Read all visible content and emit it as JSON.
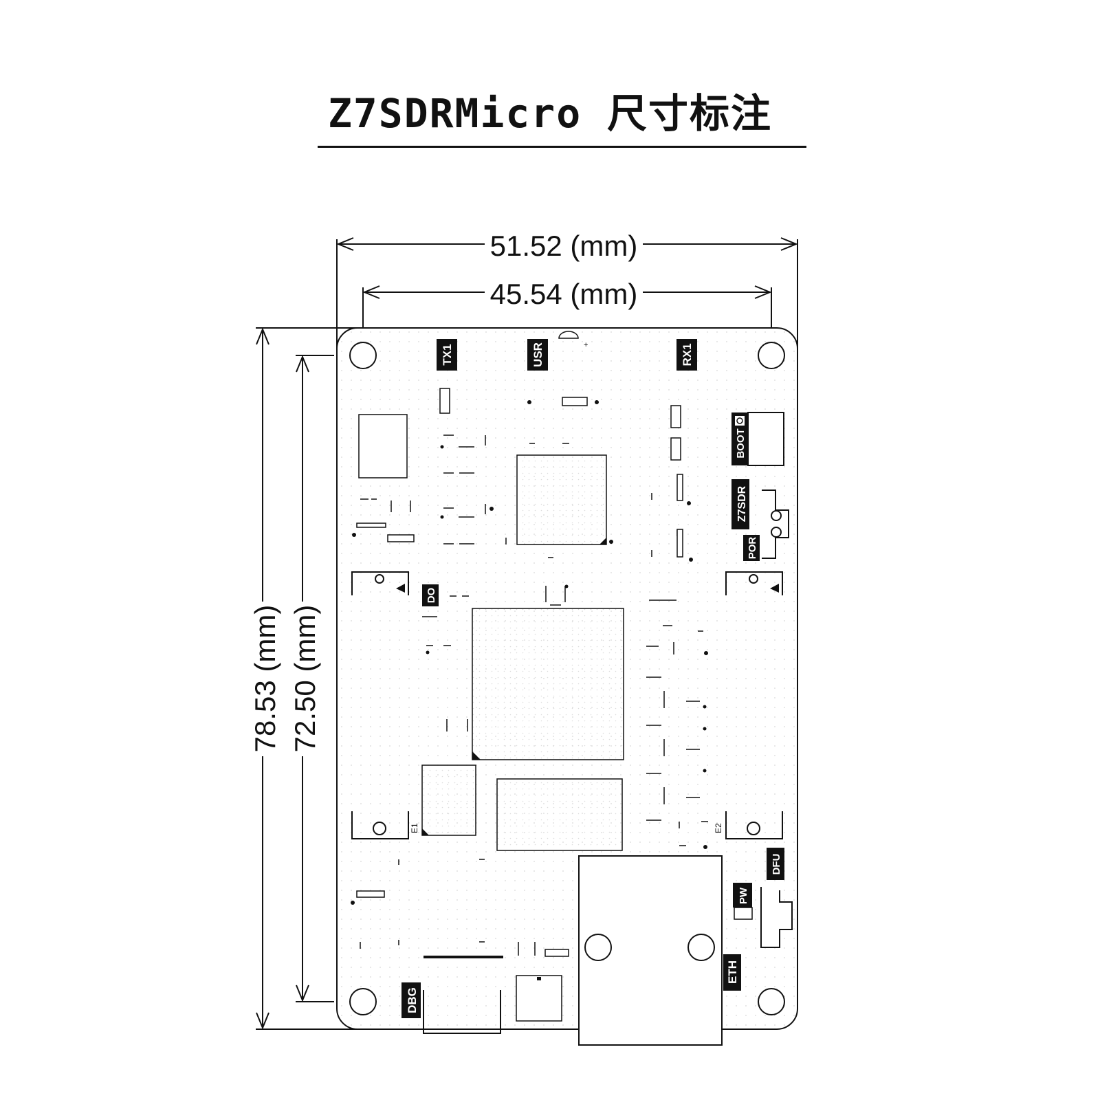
{
  "title": "Z7SDRMicro 尺寸标注",
  "dimensions": {
    "outer_width": "51.52 (mm)",
    "inner_width": "45.54 (mm)",
    "outer_height": "78.53 (mm)",
    "inner_height": "72.50 (mm)"
  },
  "silkscreen": {
    "tx1": "TX1",
    "usr": "USR",
    "rx1": "RX1",
    "boot": "BOOT",
    "z7sdr": "Z7SDR",
    "por": "POR",
    "do": "DO",
    "e1": "E1",
    "e2": "E2",
    "dfu": "DFU",
    "pw": "PW",
    "eth": "ETH",
    "dbg": "DBG"
  }
}
